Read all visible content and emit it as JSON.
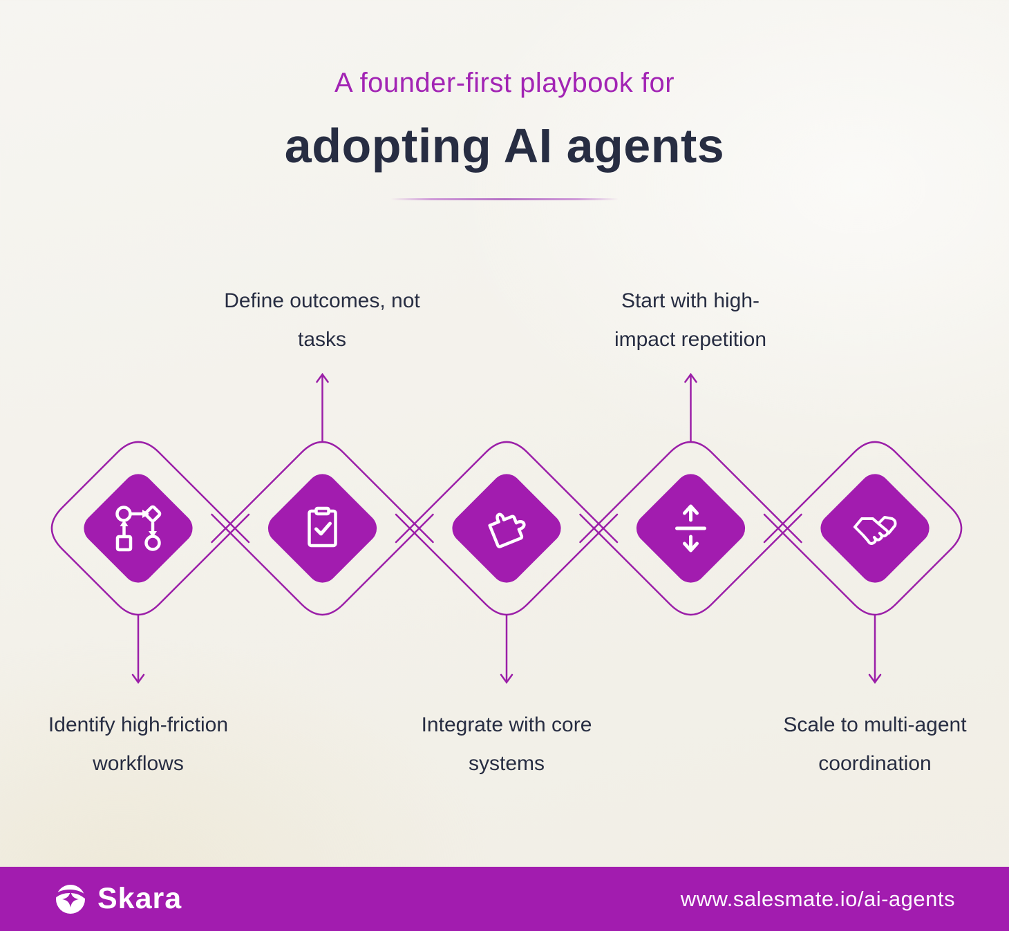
{
  "header": {
    "kicker": "A founder-first playbook for",
    "title": "adopting AI agents"
  },
  "steps": [
    {
      "id": 1,
      "icon": "workflow-icon",
      "label": "Identify high-friction workflows",
      "label_lines": [
        "Identify high-friction",
        "workflows"
      ],
      "label_position": "below"
    },
    {
      "id": 2,
      "icon": "clipboard-check-icon",
      "label": "Define outcomes, not tasks",
      "label_lines": [
        "Define outcomes, not",
        "tasks"
      ],
      "label_position": "above"
    },
    {
      "id": 3,
      "icon": "puzzle-icon",
      "label": "Integrate with core systems",
      "label_lines": [
        "Integrate with core",
        "systems"
      ],
      "label_position": "below"
    },
    {
      "id": 4,
      "icon": "vertical-arrows-icon",
      "label": "Start with high-impact repetition",
      "label_lines": [
        "Start with high-",
        "impact repetition"
      ],
      "label_position": "above"
    },
    {
      "id": 5,
      "icon": "handshake-icon",
      "label": "Scale to multi-agent coordination",
      "label_lines": [
        "Scale to multi-agent",
        "coordination"
      ],
      "label_position": "below"
    }
  ],
  "footer": {
    "brand": "Skara",
    "brand_icon": "skara-sparkle-logo",
    "url": "www.salesmate.io/ai-agents"
  },
  "colors": {
    "accent_purple": "#A21CAF",
    "outline_purple": "#9B1FA8",
    "heading_dark": "#272D42",
    "label_text": "#272D42",
    "background_paper": "#F3F1EA",
    "footer_background": "#A21CAF",
    "icon_white": "#FFFFFF"
  }
}
